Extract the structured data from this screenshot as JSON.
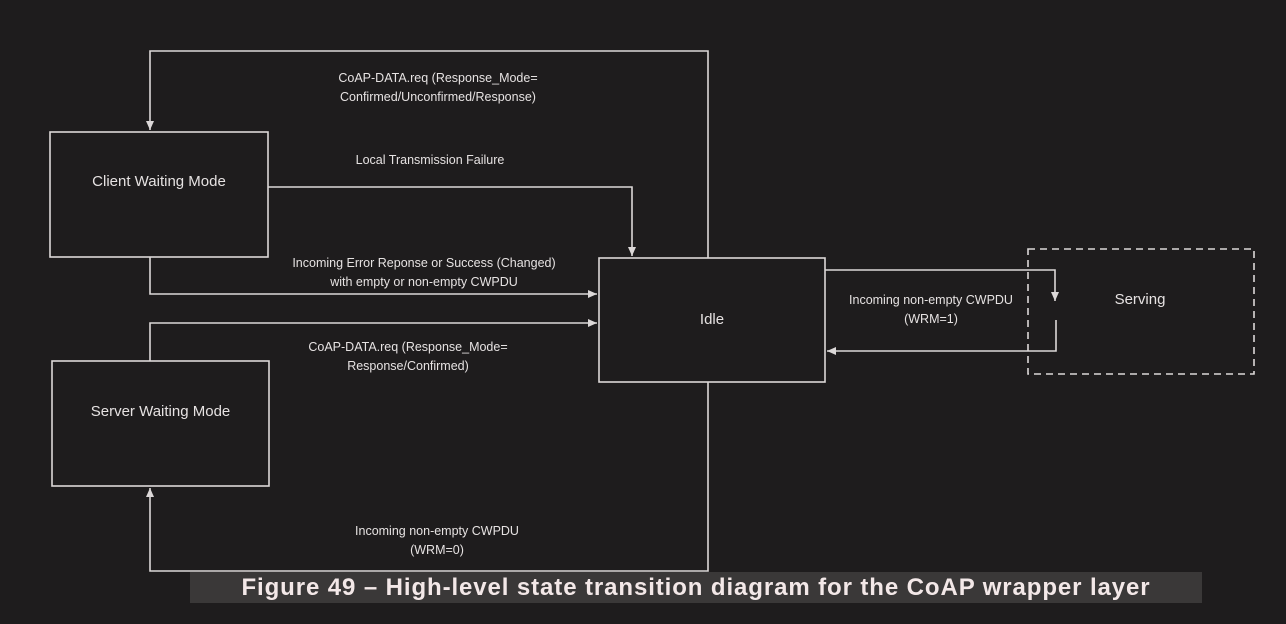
{
  "states": {
    "client": "Client Waiting Mode",
    "server": "Server Waiting Mode",
    "idle": "Idle",
    "serving": "Serving"
  },
  "transitions": {
    "idle_to_client": [
      "CoAP-DATA.req (Response_Mode=",
      "Confirmed/Unconfirmed/Response)"
    ],
    "client_to_idle_failure": "Local Transmission Failure",
    "client_to_idle_response": [
      "Incoming Error Reponse or Success (Changed)",
      "with empty or non-empty CWPDU"
    ],
    "server_to_idle": [
      "CoAP-DATA.req (Response_Mode=",
      "Response/Confirmed)"
    ],
    "idle_to_serving": [
      "Incoming non-empty CWPDU",
      "(WRM=1)"
    ],
    "idle_to_server": [
      "Incoming non-empty CWPDU",
      "(WRM=0)"
    ]
  },
  "caption": "Figure 49 – High-level state transition diagram for the CoAP wrapper layer",
  "colors": {
    "background": "#1e1c1d",
    "line": "#dcd8d8",
    "caption_bg": "#3a3838"
  }
}
